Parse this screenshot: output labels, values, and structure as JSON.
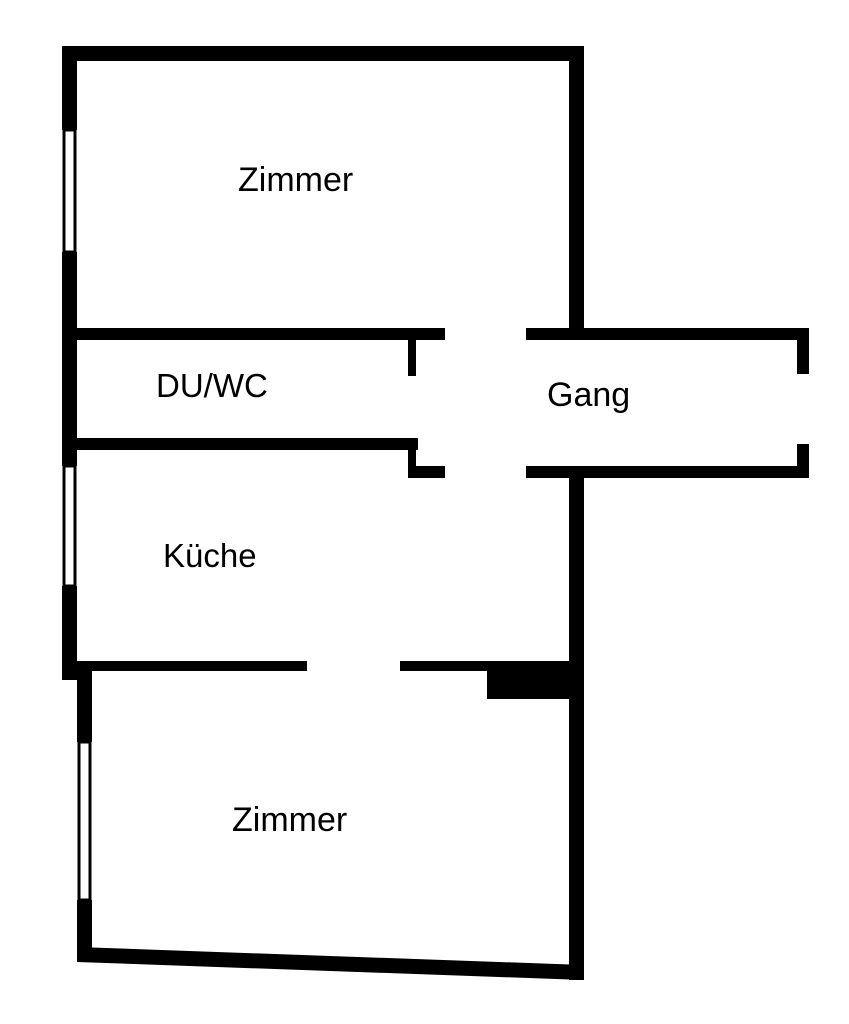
{
  "floorplan": {
    "rooms": [
      {
        "id": "zimmer-top",
        "label": "Zimmer"
      },
      {
        "id": "du-wc",
        "label": "DU/WC"
      },
      {
        "id": "gang",
        "label": "Gang"
      },
      {
        "id": "kueche",
        "label": "Küche"
      },
      {
        "id": "zimmer-bottom",
        "label": "Zimmer"
      }
    ],
    "colors": {
      "wall": "#000000",
      "background": "#ffffff"
    }
  }
}
